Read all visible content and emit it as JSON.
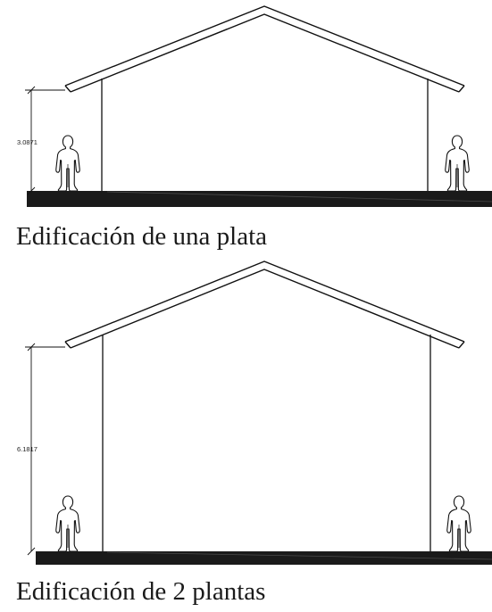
{
  "drawings": [
    {
      "caption": "Edificación de una plata",
      "dimension_label": "3.0871"
    },
    {
      "caption": "Edificación de 2 plantas",
      "dimension_label": "6.1817"
    }
  ],
  "colors": {
    "line": "#111111",
    "ground": "#1a1a1a",
    "figure_fill": "#ffffff",
    "background": "#ffffff"
  },
  "icons": {
    "human_scale_figure": "person-silhouette-icon"
  }
}
